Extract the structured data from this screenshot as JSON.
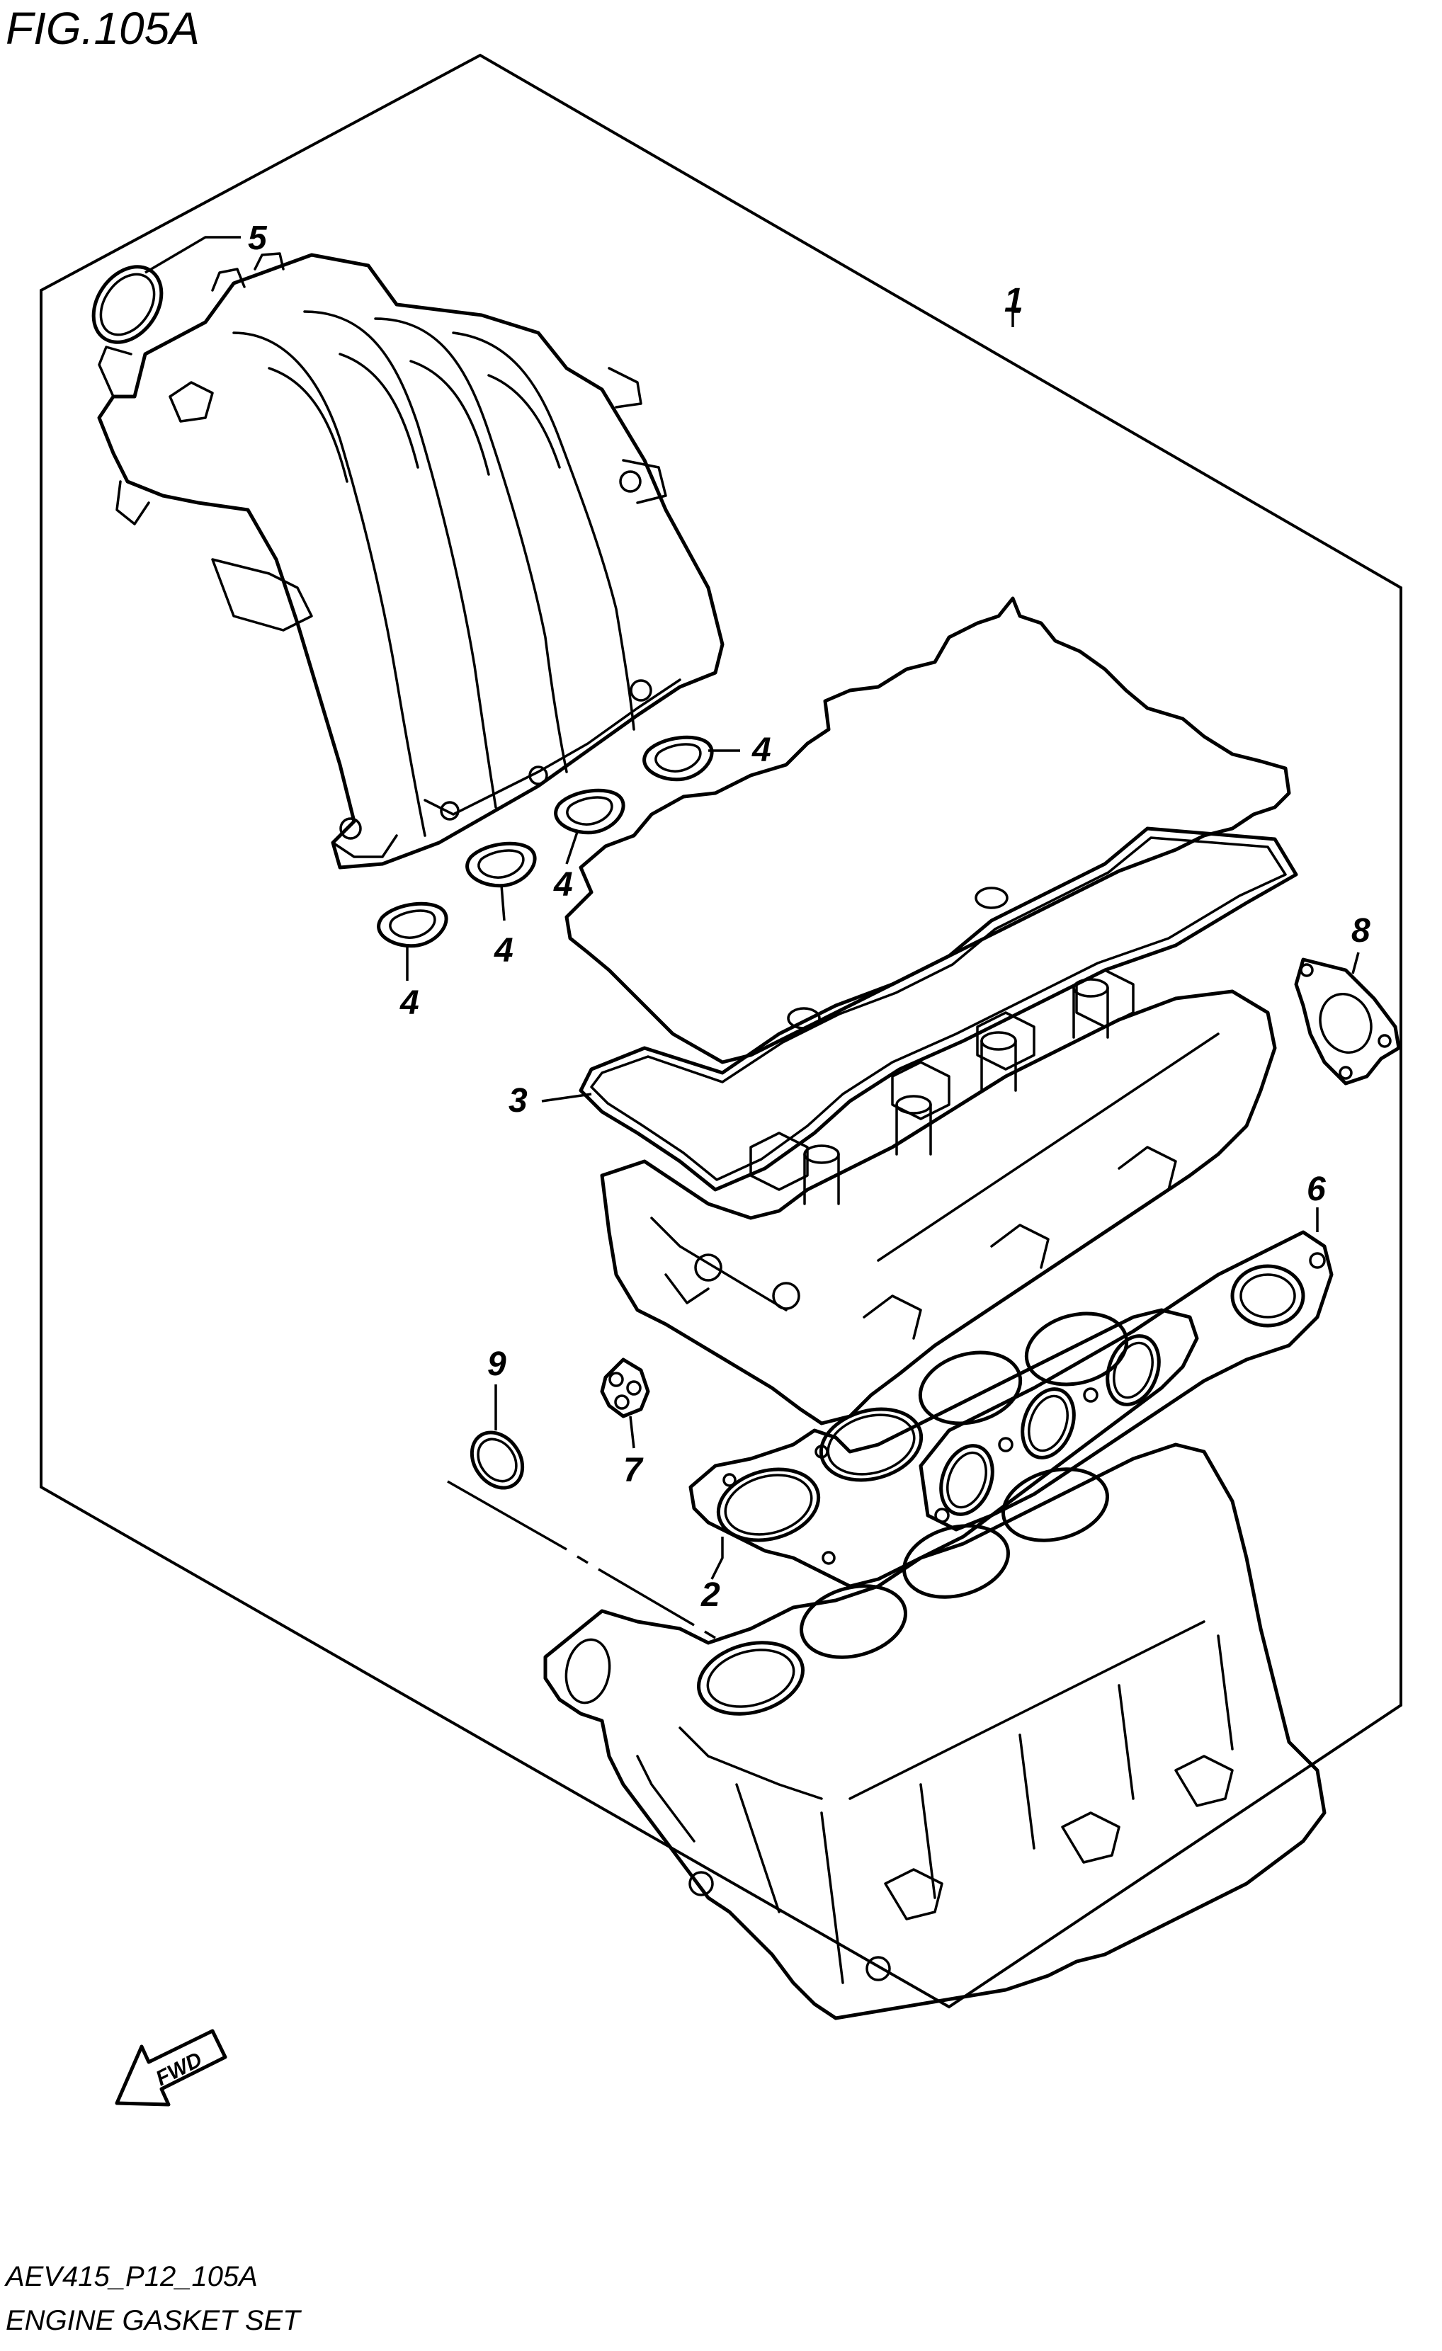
{
  "figure": {
    "title": "FIG.105A"
  },
  "footer": {
    "code": "AEV415_P12_105A",
    "name": "ENGINE GASKET SET"
  },
  "fwd_arrow": {
    "label": "FWD"
  },
  "callouts": [
    {
      "id": "c1",
      "label": "1"
    },
    {
      "id": "c2",
      "label": "2"
    },
    {
      "id": "c3",
      "label": "3"
    },
    {
      "id": "c4a",
      "label": "4"
    },
    {
      "id": "c4b",
      "label": "4"
    },
    {
      "id": "c4c",
      "label": "4"
    },
    {
      "id": "c4d",
      "label": "4"
    },
    {
      "id": "c5",
      "label": "5"
    },
    {
      "id": "c6",
      "label": "6"
    },
    {
      "id": "c7",
      "label": "7"
    },
    {
      "id": "c8",
      "label": "8"
    },
    {
      "id": "c9",
      "label": "9"
    }
  ]
}
